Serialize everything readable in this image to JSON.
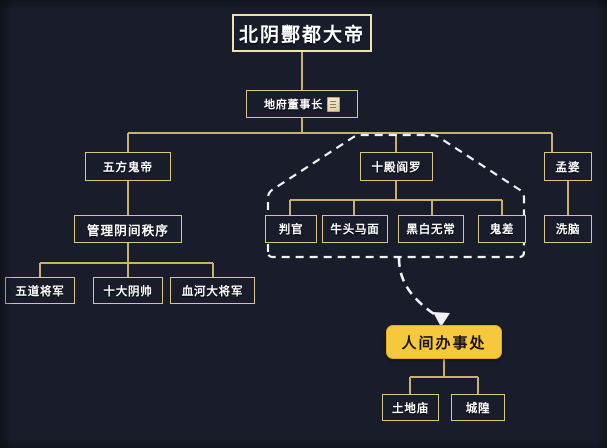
{
  "diagram": {
    "title_node": "北阴酆都大帝",
    "background_color": "#191d2b",
    "wire_color": "#c9b263",
    "node_border_color": "#d8c77e",
    "highlight_color": "#f7c73c",
    "dashed_color": "#f2f2f2",
    "nodes": {
      "root": "北阴酆都大帝",
      "chairman": "地府董事长",
      "chairman_icon": "scroll-document-icon",
      "five_ghost_emperors": "五方鬼帝",
      "manage_order": "管理阴间秩序",
      "general_wudao": "五道将军",
      "ten_marshals": "十大阴帅",
      "blood_river_general": "血河大将军",
      "ten_yama": "十殿阎罗",
      "judge": "判官",
      "ox_horse": "牛头马面",
      "black_white": "黑白无常",
      "ghost_guard": "鬼差",
      "meng_po": "孟婆",
      "brainwash": "洗脑",
      "human_office": "人间办事处",
      "earth_temple": "土地庙",
      "city_god": "城隍"
    }
  }
}
